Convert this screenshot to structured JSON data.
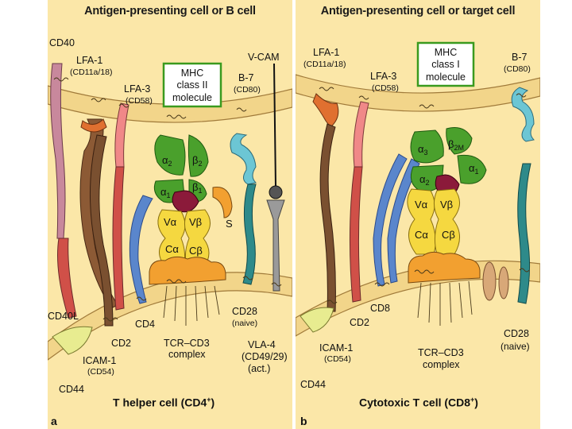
{
  "panel_a": {
    "title": "Antigen-presenting cell or B cell",
    "footer_main": "T helper cell (CD4",
    "footer_sup": "+",
    "footer_end": ")",
    "letter": "a",
    "mhc_box": [
      "MHC",
      "class II",
      "molecule"
    ],
    "labels": {
      "cd40": "CD40",
      "lfa1": "LFA-1",
      "lfa1_sub": "(CD11a/18)",
      "lfa3": "LFA-3",
      "lfa3_sub": "(CD58)",
      "vcam": "V-CAM",
      "b7": "B-7",
      "b7_sub": "(CD80)",
      "cd40l": "CD40L",
      "cd2": "CD2",
      "cd4": "CD4",
      "icam": "ICAM-1",
      "icam_sub": "(CD54)",
      "cd44": "CD44",
      "cd28": "CD28",
      "cd28_sub": "(naive)",
      "tcr1": "TCR–CD3",
      "tcr2": "complex",
      "vla1": "VLA-4",
      "vla2": "(CD49/29)",
      "vla3": "(act.)",
      "alpha2": "α",
      "alpha2_sub": "2",
      "beta2": "β",
      "beta2_sub": "2",
      "alpha1": "α",
      "alpha1_sub": "1",
      "beta1": "β",
      "beta1_sub": "1",
      "valpha": "Vα",
      "vbeta": "Vβ",
      "calpha": "Cα",
      "cbeta": "Cβ",
      "s": "S"
    }
  },
  "panel_b": {
    "title": "Antigen-presenting cell or target cell",
    "footer_main": "Cytotoxic T cell (CD8",
    "footer_sup": "+",
    "footer_end": ")",
    "letter": "b",
    "mhc_box": [
      "MHC",
      "class I",
      "molecule"
    ],
    "labels": {
      "lfa1": "LFA-1",
      "lfa1_sub": "(CD11a/18)",
      "lfa3": "LFA-3",
      "lfa3_sub": "(CD58)",
      "b7": "B-7",
      "b7_sub": "(CD80)",
      "cd8": "CD8",
      "cd2": "CD2",
      "icam": "ICAM-1",
      "icam_sub": "(CD54)",
      "cd44": "CD44",
      "tcr1": "TCR–CD3",
      "tcr2": "complex",
      "cd28": "CD28",
      "cd28_sub": "(naive)",
      "alpha3": "α",
      "alpha3_sub": "3",
      "b2m": "β",
      "b2m_sub": "2M",
      "alpha1": "α",
      "alpha1_sub": "1",
      "alpha2": "α",
      "alpha2_sub": "2",
      "valpha": "Vα",
      "vbeta": "Vβ",
      "calpha": "Cα",
      "cbeta": "Cβ"
    }
  },
  "colors": {
    "panel_bg": "#fbe7a8",
    "membrane": "#f2d58a",
    "mhc_green": "#4aa02c",
    "mhc_box_border": "#3a9a1e",
    "peptide": "#8b1a3a",
    "tcr_yellow": "#f5d840",
    "cd3_orange": "#f2a030",
    "lfa1_brown": "#8c5a35",
    "icam_brown": "#7a5030",
    "cd2_red": "#d05048",
    "lfa3_pink": "#f08888",
    "cd4_blue": "#5a86cc",
    "b7_cyan": "#6cc6d4",
    "cd28_teal": "#2e8a8a",
    "cd40_mauve": "#c8889c",
    "cd44_yellow": "#e8ec90",
    "vla_gray": "#9a9a9a"
  }
}
